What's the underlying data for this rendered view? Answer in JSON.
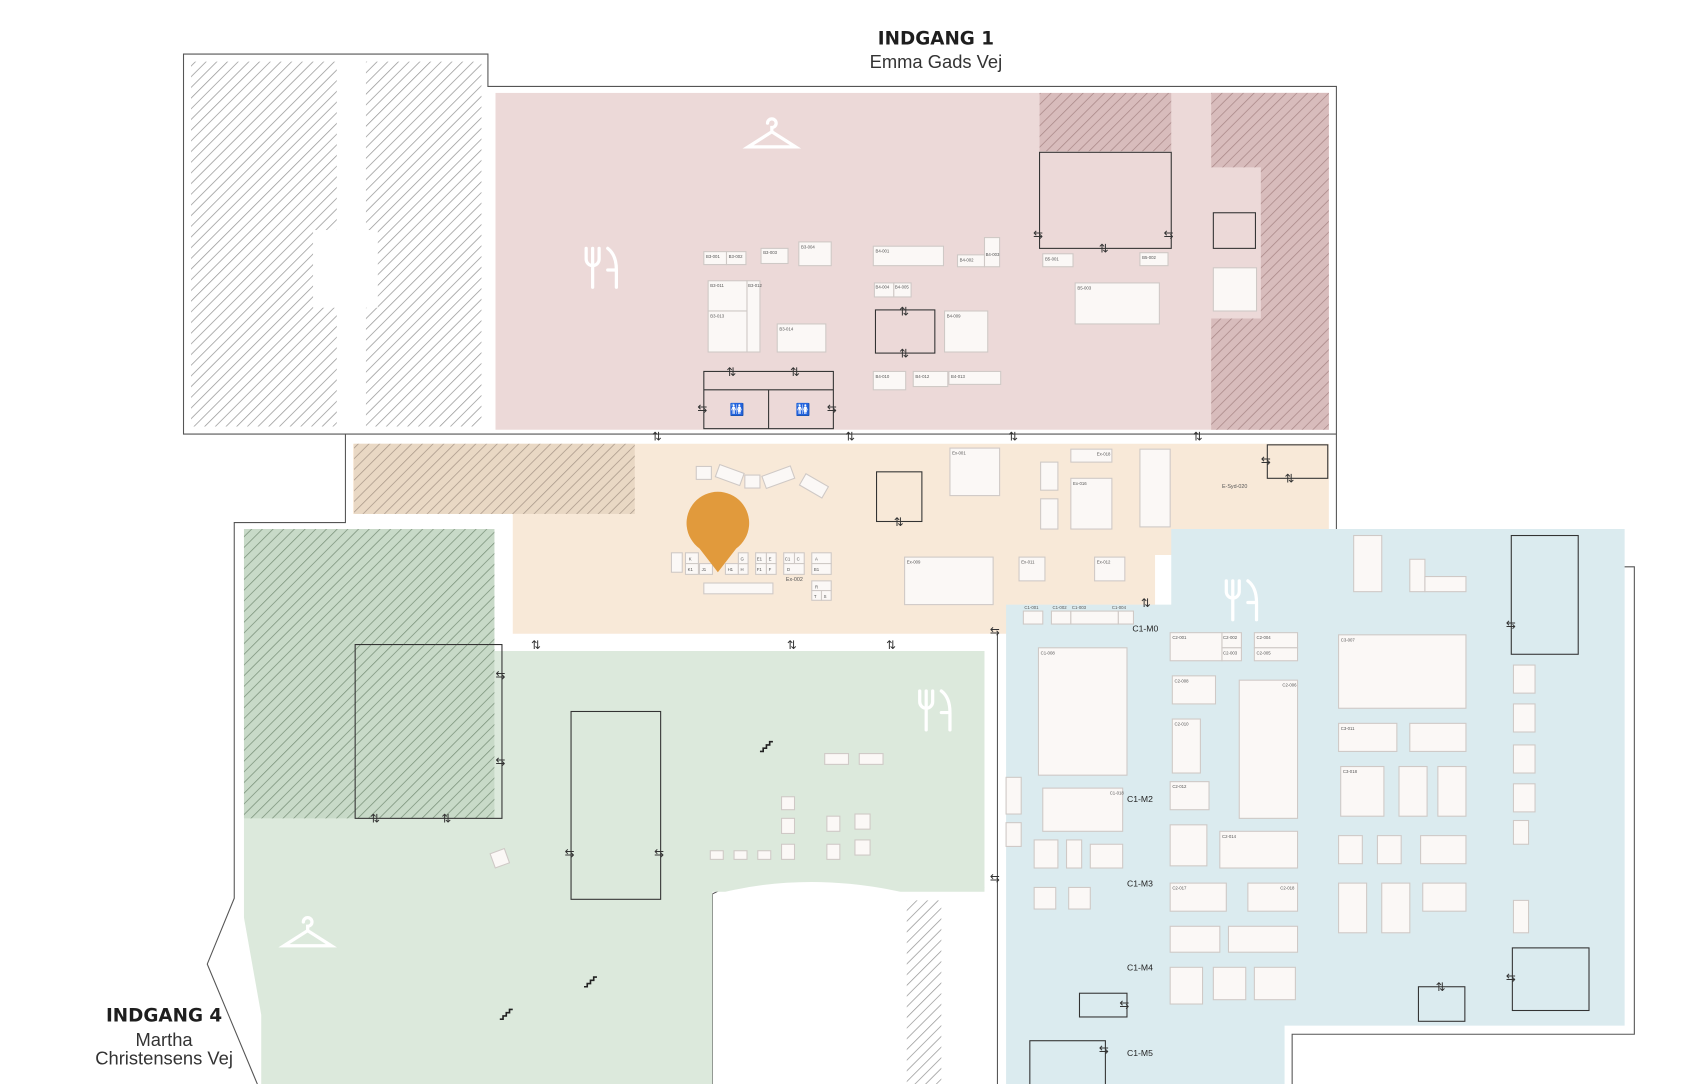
{
  "entrances": [
    {
      "title": "INDGANG 1",
      "street": "Emma Gads Vej"
    },
    {
      "title": "INDGANG 4",
      "street_line1": "Martha",
      "street_line2": "Christensens Vej"
    }
  ],
  "zones": [
    "C1-M0",
    "C1-M2",
    "C1-M3",
    "C1-M4",
    "C1-M5",
    "E-Syd-020",
    "Ex-002"
  ],
  "booths": {
    "b3_001": "B3-001",
    "b3_002": "B3-002",
    "b3_003": "B3-003",
    "b3_004": "B3-004",
    "b3_011": "B3-011",
    "b3_012": "B3-012",
    "b3_013": "B3-013",
    "b3_014": "B3-014",
    "b4_001": "B4-001",
    "b4_002": "B4-002",
    "b4_003": "B4-003",
    "b4_004": "B4-004",
    "b4_005": "B4-005",
    "b4_009": "B4-009",
    "b4_010": "B4-010",
    "b4_012": "B4-012",
    "b4_013": "B4-013",
    "b5_001": "B5-001",
    "b5_002": "B5-002",
    "b5_003": "B5-003",
    "ex_001": "Ex-001",
    "ex_009": "Ex-009",
    "ex_011": "Ex-011",
    "ex_012": "Ex-012",
    "ex_016": "Ex-016",
    "ex_018": "Ex-018",
    "c1_001": "C1-001",
    "c1_002": "C1-002",
    "c1_003": "C1-003",
    "c1_004": "C1-004",
    "c1_008": "C1-008",
    "c1_018": "C1-018",
    "c2_001": "C2-001",
    "c2_002": "C2-002",
    "c2_003": "C2-003",
    "c2_004": "C2-004",
    "c2_005": "C2-005",
    "c2_006": "C2-006",
    "c2_008": "C2-008",
    "c2_010": "C2-010",
    "c2_012": "C2-012",
    "c2_014": "C2-014",
    "c2_017": "C2-017",
    "c2_018": "C2-018",
    "c3_007": "C3-007",
    "c3_011": "C3-011",
    "c3_018": "C3-018",
    "k": "K",
    "k1": "K1",
    "j1": "J1",
    "h1": "H1",
    "h": "H",
    "g": "G",
    "e1": "E1",
    "e": "E",
    "f1": "F1",
    "f": "F",
    "c1": "C1",
    "c": "C",
    "d": "D",
    "a": "A",
    "b1": "B1",
    "r": "R",
    "t": "T",
    "s": "S"
  },
  "colors": {
    "hall_b": "#ecd9d8",
    "hall_e": "#f8e9d8",
    "hall_f": "#dce9dc",
    "hall_c": "#dbebef",
    "pin": "#e19a3c"
  },
  "location_pin": "location-pin-icon"
}
